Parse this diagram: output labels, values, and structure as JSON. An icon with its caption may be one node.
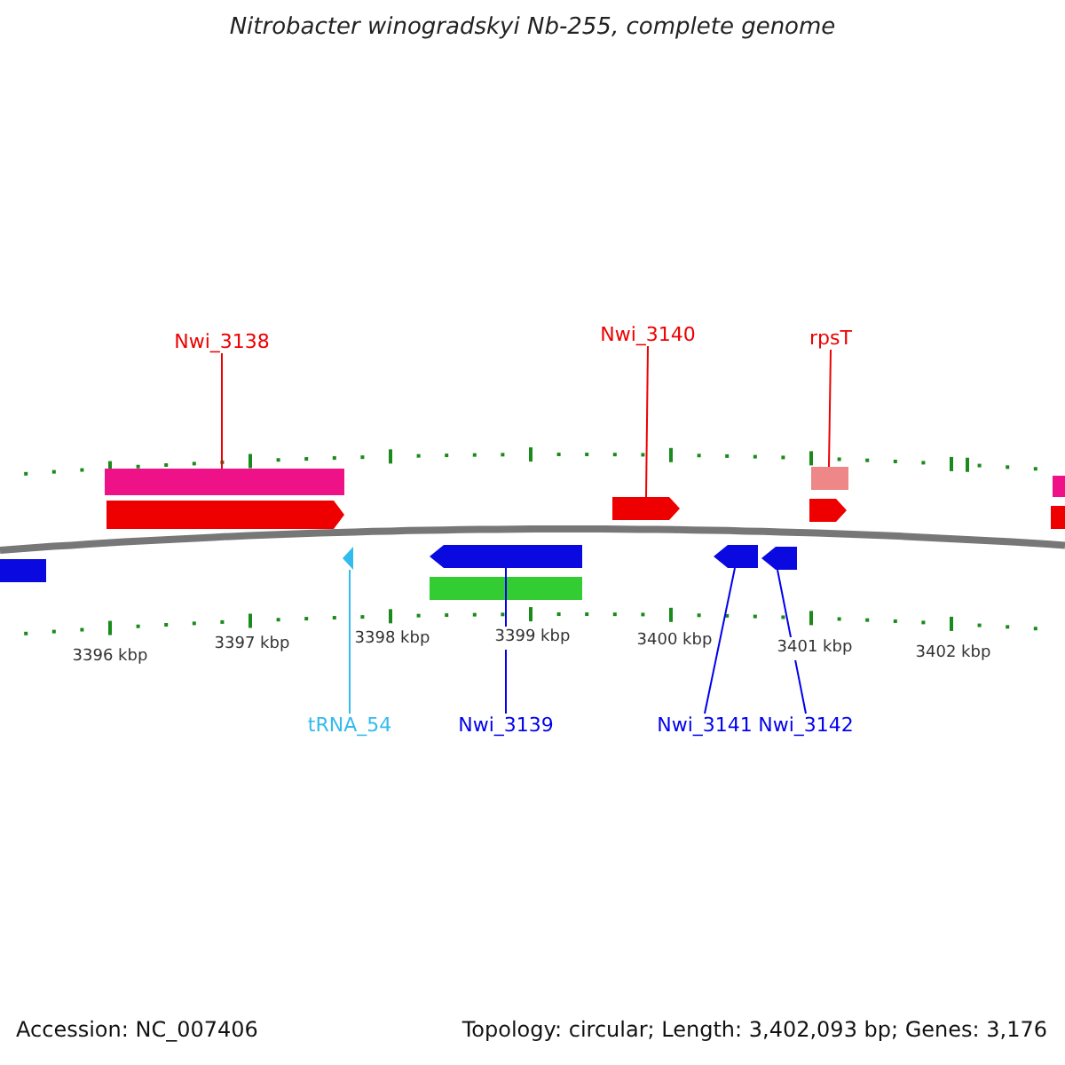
{
  "diagram": {
    "title": "Nitrobacter winogradskyi Nb-255, complete genome",
    "nodes": [
      {
        "text": [
          "Nwi_3138"
        ]
      },
      {
        "text": [
          "Nwi_3140"
        ]
      },
      {
        "text": [
          "rpsT"
        ]
      },
      {
        "text": [],
        "shape": "bar"
      },
      {
        "text": [],
        "shape": "arrow"
      },
      {
        "text": [],
        "shape": "bar"
      },
      {
        "text": [],
        "shape": "triangle"
      },
      {
        "text": [],
        "shape": "arrow"
      },
      {
        "text": [],
        "shape": "arrow"
      },
      {
        "text": [],
        "shape": "arrow"
      },
      {
        "text": [
          "tRNA_54"
        ]
      },
      {
        "text": [
          "Nwi_3139"
        ]
      },
      {
        "text": [
          "Nwi_3141"
        ]
      },
      {
        "text": [
          "Nwi_3142"
        ]
      },
      {
        "text": [],
        "shape": "bar"
      },
      {
        "text": [],
        "shape": "arrow"
      },
      {
        "text": [],
        "shape": "arrow"
      },
      {
        "text": [],
        "shape": "bar"
      },
      {
        "text": [],
        "shape": "bar"
      },
      {
        "text": [],
        "shape": "bar"
      }
    ],
    "edges": [
      {
        "from": 0,
        "to": 3,
        "arrow": "none"
      },
      {
        "from": 1,
        "to": 4,
        "arrow": "none"
      },
      {
        "from": 2,
        "to": 5,
        "arrow": "none"
      },
      {
        "from": 10,
        "to": 6,
        "arrow": "none",
        "color": "#33bbee"
      },
      {
        "from": 11,
        "to": 7,
        "arrow": "none",
        "color": "#0000ee"
      },
      {
        "from": 12,
        "to": 8,
        "arrow": "none",
        "color": "#0000ee"
      },
      {
        "from": 13,
        "to": 9,
        "arrow": "none",
        "color": "#0000ee"
      }
    ],
    "labels": [
      "3396 kbp",
      "3397 kbp",
      "3398 kbp",
      "3399 kbp",
      "3400 kbp",
      "3401 kbp",
      "3402 kbp",
      "Accession: NC_007406",
      "Topology: circular; Length: 3,402,093 bp; Genes: 3,176"
    ]
  }
}
